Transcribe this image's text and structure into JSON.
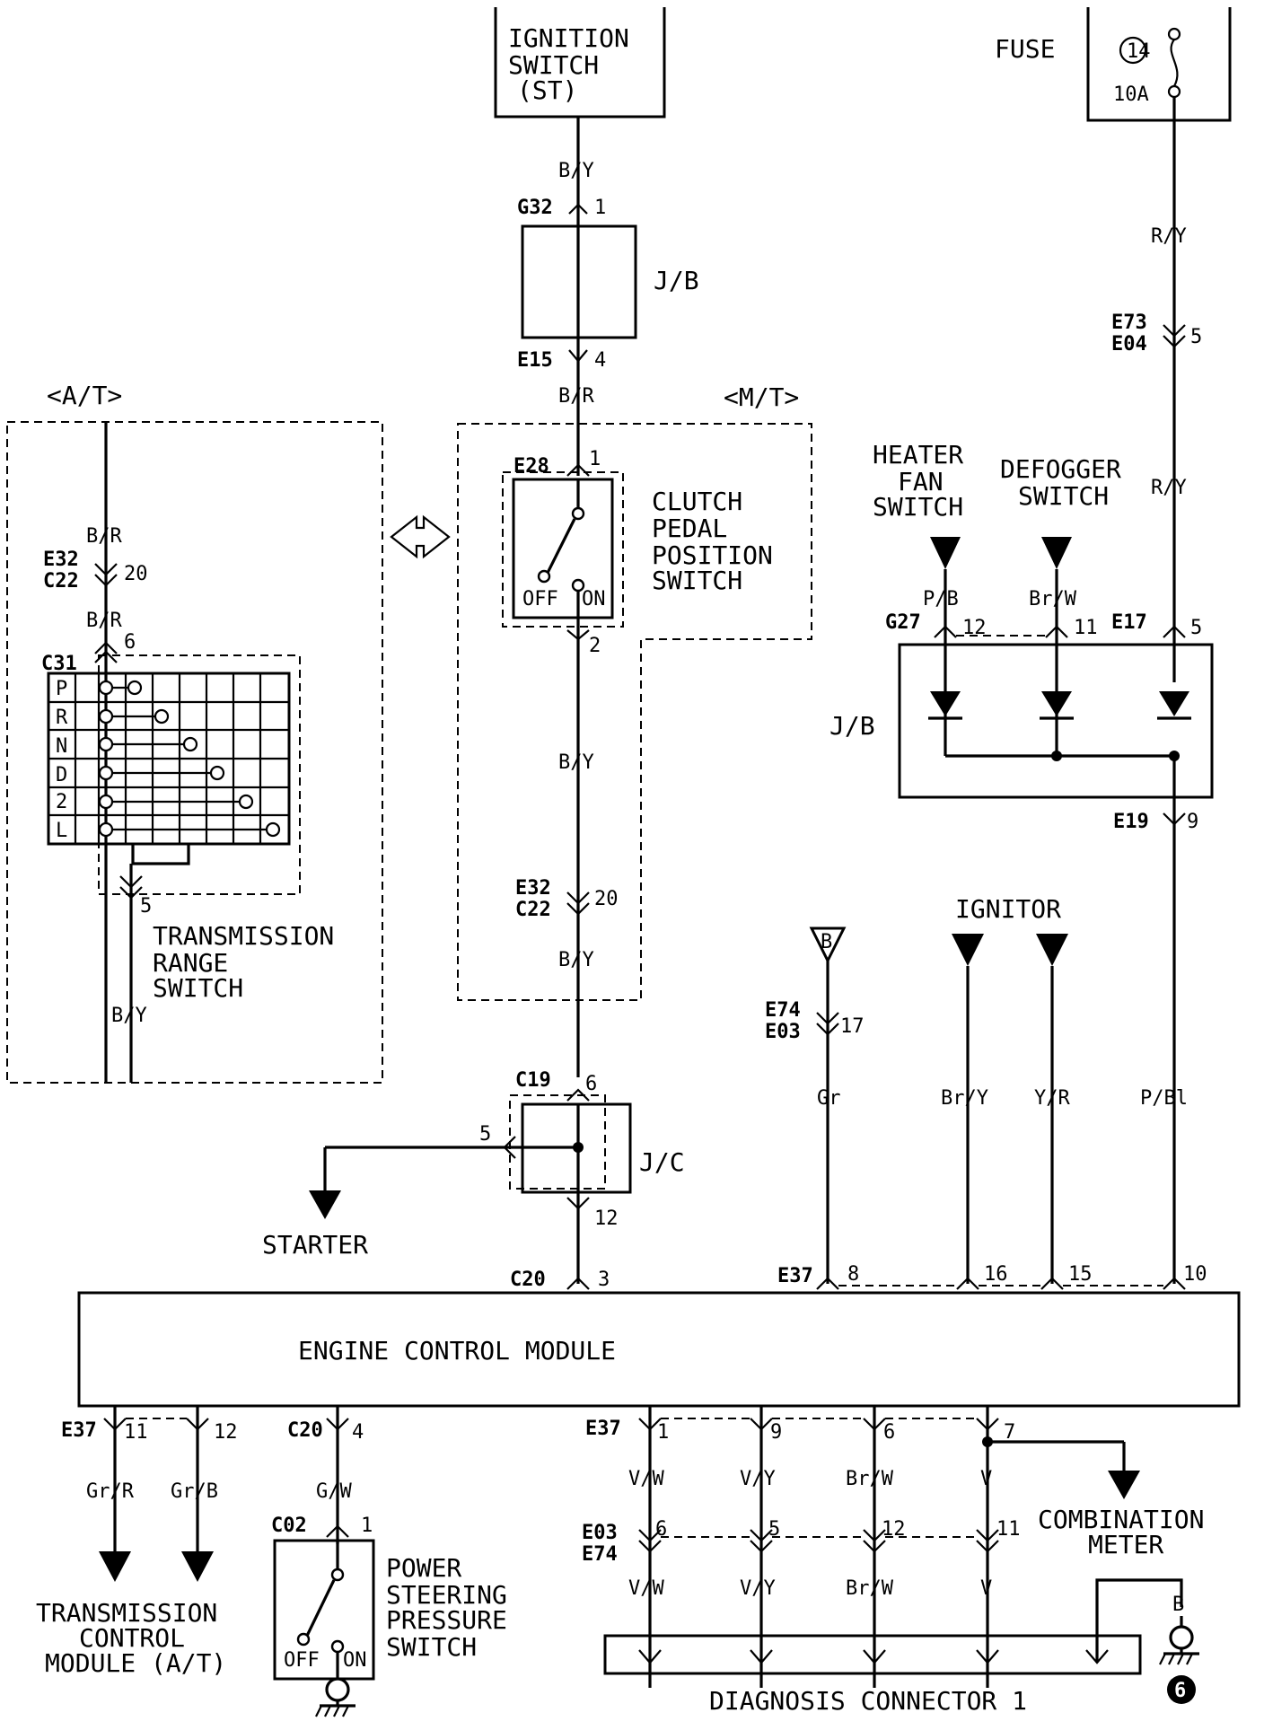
{
  "components": {
    "ignition_switch": [
      "IGNITION",
      "SWITCH",
      "(ST)"
    ],
    "fuse": {
      "label": "FUSE",
      "number": "14",
      "rating": "10A"
    },
    "jb_label": "J/B",
    "jc_label": "J/C",
    "clutch_switch": [
      "CLUTCH",
      "PEDAL",
      "POSITION",
      "SWITCH"
    ],
    "transmission_range_switch": [
      "TRANSMISSION",
      "RANGE",
      "SWITCH"
    ],
    "heater_fan_switch": [
      "HEATER",
      "FAN",
      "SWITCH"
    ],
    "defogger_switch": [
      "DEFOGGER",
      "SWITCH"
    ],
    "ignitor": "IGNITOR",
    "starter": "STARTER",
    "ecm": "ENGINE CONTROL MODULE",
    "tcm": [
      "TRANSMISSION",
      "CONTROL",
      "MODULE (A/T)"
    ],
    "ps_switch": [
      "POWER",
      "STEERING",
      "PRESSURE",
      "SWITCH"
    ],
    "combination_meter": [
      "COMBINATION",
      "METER"
    ],
    "diagnosis_connector": "DIAGNOSIS CONNECTOR 1",
    "ground_number": "6",
    "ground_wire": "B",
    "circle_b": "B"
  },
  "variants": {
    "at": "<A/T>",
    "mt": "<M/T>"
  },
  "switch_states": {
    "off": "OFF",
    "on": "ON"
  },
  "shift_positions": [
    "P",
    "R",
    "N",
    "D",
    "2",
    "L"
  ],
  "connectors": {
    "G32": "G32",
    "E15": "E15",
    "E73": "E73",
    "E04": "E04",
    "E28": "E28",
    "E32": "E32",
    "C22": "C22",
    "C31": "C31",
    "G27": "G27",
    "E17": "E17",
    "E19": "E19",
    "E74": "E74",
    "E03": "E03",
    "C19": "C19",
    "C20": "C20",
    "E37": "E37",
    "C02": "C02"
  },
  "pins": {
    "g32": "1",
    "e15": "4",
    "e73": "5",
    "e28_in": "1",
    "e28_out": "2",
    "mt_e32": "20",
    "at_e32": "20",
    "c31_top": "6",
    "c31_bot": "5",
    "g27_a": "12",
    "g27_b": "11",
    "e17": "5",
    "e19": "9",
    "e74": "17",
    "c19_top": "6",
    "c19_left": "5",
    "c19_bot": "12",
    "c20_top": "3",
    "e37_top": [
      "8",
      "16",
      "15",
      "10"
    ],
    "e37_bot_left": [
      "11",
      "12"
    ],
    "c20_bot": "4",
    "c02": "1",
    "e37_bot_right": [
      "1",
      "9",
      "6",
      "7"
    ],
    "e03_row": [
      "6",
      "5",
      "12",
      "11"
    ]
  },
  "wires": {
    "ign_out": "B/Y",
    "jb_out": "B/R",
    "mt_mid": "B/Y",
    "mt_low": "B/Y",
    "at_top": "B/R",
    "at_mid": "B/R",
    "at_out": "B/Y",
    "fuse_out": "R/Y",
    "fuse_mid": "R/Y",
    "heater": "P/B",
    "defog": "Br/W",
    "jb2_out": "P/Bl",
    "gr": "Gr",
    "ign_a": "Br/Y",
    "ign_b": "Y/R",
    "tcm_a": "Gr/R",
    "tcm_b": "Gr/B",
    "ps": "G/W",
    "diag_upper": [
      "V/W",
      "V/Y",
      "Br/W",
      "V"
    ],
    "diag_lower": [
      "V/W",
      "V/Y",
      "Br/W",
      "V"
    ]
  },
  "colors": {
    "ink": "#000000",
    "paper": "#ffffff"
  }
}
